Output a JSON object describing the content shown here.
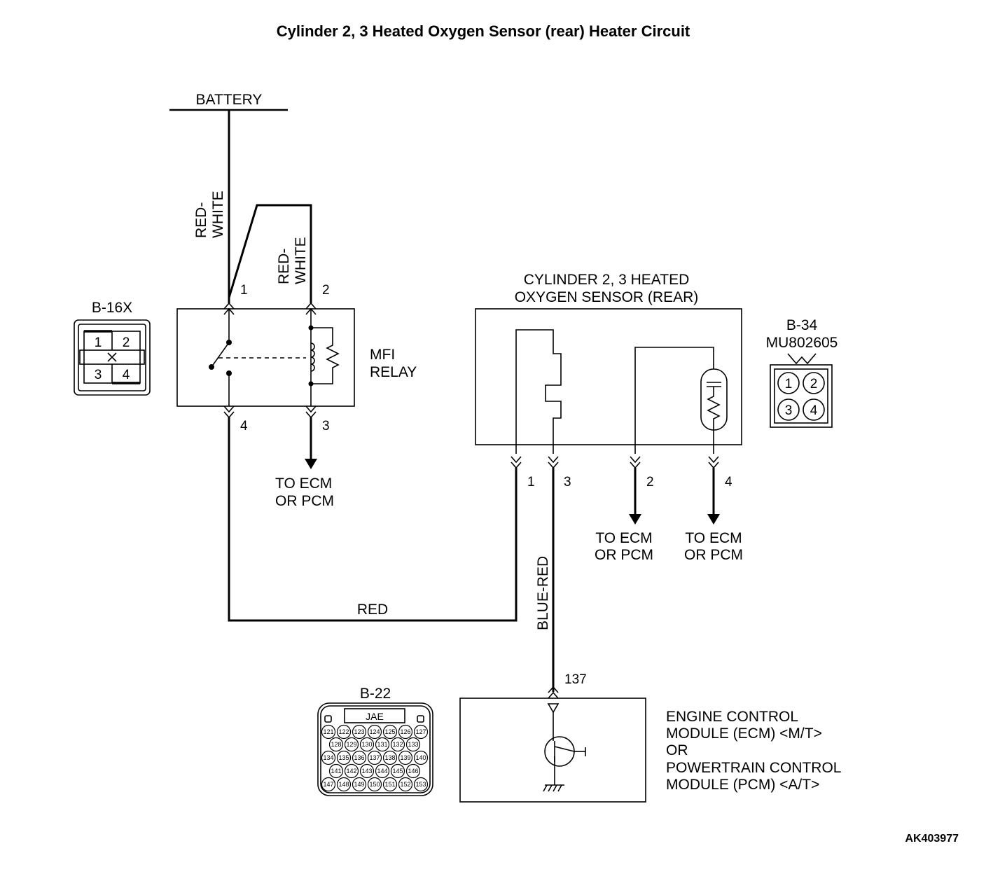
{
  "title": "Cylinder 2, 3 Heated Oxygen Sensor (rear) Heater Circuit",
  "battery": "BATTERY",
  "wire_colors": {
    "red_white_1": [
      "RED-",
      "WHITE"
    ],
    "red_white_2": [
      "RED-",
      "WHITE"
    ],
    "red": "RED",
    "blue_red": "BLUE-RED"
  },
  "relay": {
    "label": [
      "MFI",
      "RELAY"
    ],
    "pins": [
      "1",
      "2",
      "3",
      "4"
    ]
  },
  "connector_b16x": {
    "name": "B-16X",
    "pins": [
      "1",
      "2",
      "3",
      "4"
    ]
  },
  "sensor": {
    "label": [
      "CYLINDER 2, 3 HEATED",
      "OXYGEN SENSOR (REAR)"
    ],
    "pins": [
      "1",
      "3",
      "2",
      "4"
    ]
  },
  "connector_b34": {
    "name": "B-34",
    "part": "MU802605",
    "pins": [
      "1",
      "2",
      "3",
      "4"
    ]
  },
  "to_ecm": [
    "TO ECM",
    "OR PCM"
  ],
  "ecm": {
    "pin": "137",
    "label": [
      "ENGINE CONTROL",
      "MODULE (ECM) <M/T>",
      "OR",
      "POWERTRAIN CONTROL",
      "MODULE (PCM) <A/T>"
    ]
  },
  "connector_b22": {
    "name": "B-22",
    "maker": "JAE",
    "rows": [
      [
        "121",
        "122",
        "123",
        "124",
        "125",
        "126",
        "127"
      ],
      [
        "128",
        "129",
        "130",
        "131",
        "132",
        "133"
      ],
      [
        "134",
        "135",
        "136",
        "137",
        "138",
        "139",
        "140"
      ],
      [
        "141",
        "142",
        "143",
        "144",
        "145",
        "146"
      ],
      [
        "147",
        "148",
        "149",
        "150",
        "151",
        "152",
        "153"
      ]
    ]
  },
  "figure_code": "AK403977"
}
